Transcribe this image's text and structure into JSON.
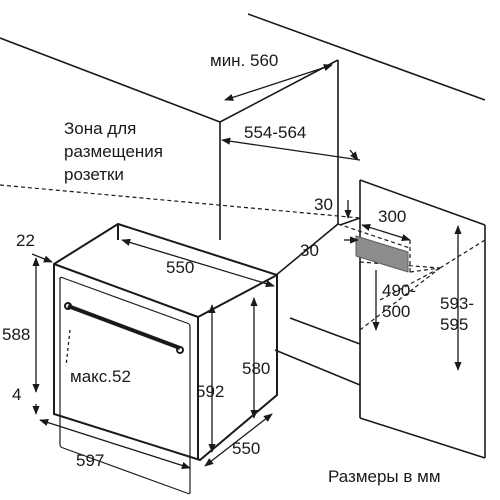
{
  "labels": {
    "min_560": "мин. 560",
    "r_554_564": "554-564",
    "zone_line1": "Зона для",
    "zone_line2": "размещения",
    "zone_line3": "розетки",
    "d_30_top": "30",
    "d_300": "300",
    "d_30_left": "30",
    "d_22": "22",
    "d_550_top": "550",
    "d_490": "490-",
    "d_500": "500",
    "d_593": "593-",
    "d_595": "595",
    "d_588": "588",
    "d_580": "580",
    "d_592": "592",
    "maks_52": "макс.52",
    "d_4": "4",
    "d_597": "597",
    "d_550_bottom": "550",
    "units_note": "Размеры в мм"
  },
  "colors": {
    "line": "#1a1a1a",
    "socket_fill": "#8c8c8c",
    "background": "#ffffff"
  }
}
